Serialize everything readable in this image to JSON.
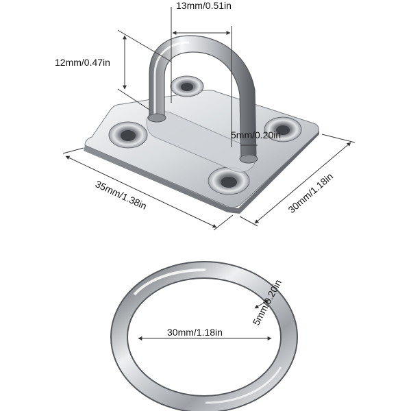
{
  "dimensions": {
    "loop_width": "13mm/0.51in",
    "loop_height": "12mm/0.47in",
    "wire_thickness": "5mm/0.20in",
    "plate_length": "35mm/1.38in",
    "plate_width": "30mm/1.18in",
    "ring_diameter": "30mm/1.18in",
    "ring_thickness": "5mm/0.20in"
  },
  "colors": {
    "steel_light": "#f4f5f6",
    "steel_mid": "#c4c7cb",
    "steel_dark": "#6f7378",
    "dimension_line": "#333333"
  }
}
